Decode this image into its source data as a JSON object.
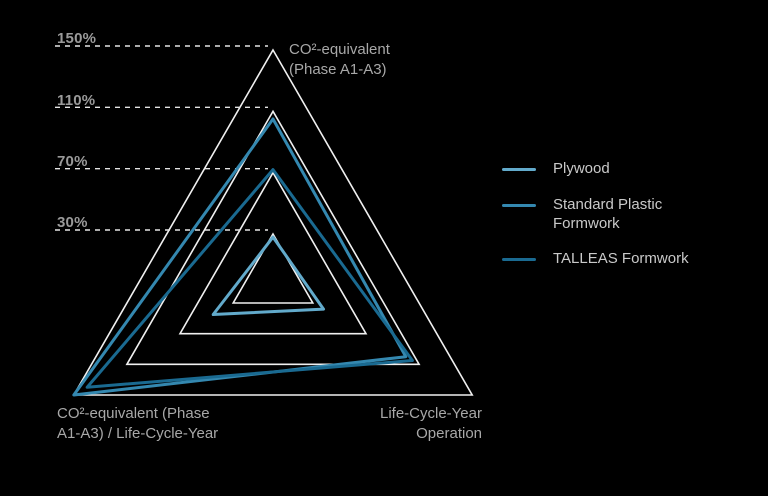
{
  "chart_data": {
    "type": "radar",
    "title": "",
    "axes": [
      "CO²-equivalent (Phase A1-A3)",
      "Life-Cycle-Year Operation",
      "CO²-equivalent (Phase A1-A3) / Life-Cycle-Year"
    ],
    "axis_labels": {
      "top": "CO²-equivalent\n(Phase A1-A3)",
      "bottom_right": "Life-Cycle-Year\nOperation",
      "bottom_left": "CO²-equivalent (Phase\nA1-A3) / Life-Cycle-Year"
    },
    "ticks": [
      {
        "value": 150,
        "label": "150%"
      },
      {
        "value": 110,
        "label": "110%"
      },
      {
        "value": 70,
        "label": "70%"
      },
      {
        "value": 30,
        "label": "30%"
      }
    ],
    "max_value": 150,
    "grid_on": true,
    "grid_color": "#f0f0f0",
    "background": "#000000",
    "legend_position": "right",
    "series": [
      {
        "name": "Plywood",
        "color": "#62aacb",
        "values": [
          28,
          38,
          45
        ]
      },
      {
        "name": "Standard Plastic Formwork",
        "color": "#3488b0",
        "values": [
          105,
          100,
          150
        ]
      },
      {
        "name": "TALLEAS Formwork",
        "color": "#1a6a91",
        "values": [
          72,
          105,
          140
        ]
      }
    ]
  }
}
